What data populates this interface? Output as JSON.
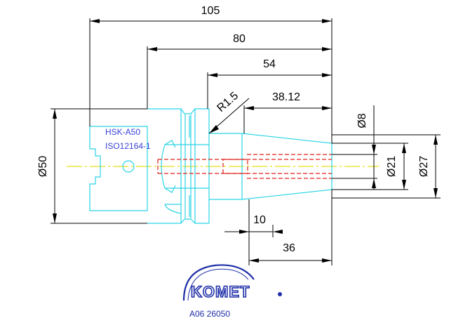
{
  "dimensions": {
    "overall_length": "105",
    "length_80": "80",
    "length_54": "54",
    "radius": "R1.5",
    "length_38": "38.12",
    "length_10": "10",
    "length_36": "36",
    "dia_50": "Ø50",
    "dia_8": "Ø8",
    "dia_21": "Ø21",
    "dia_27": "Ø27"
  },
  "labels": {
    "interface": "HSK-A50",
    "standard": "ISO12164-1"
  },
  "logo": {
    "brand": "KOMET"
  },
  "part_code": "A06 26050",
  "colors": {
    "outline": "#2ad4e6",
    "hidden": "#e0201a",
    "centerline": "#e3e019",
    "dimension": "#000000",
    "text_blue": "#3a44d8",
    "brand": "#1f2fa8"
  }
}
